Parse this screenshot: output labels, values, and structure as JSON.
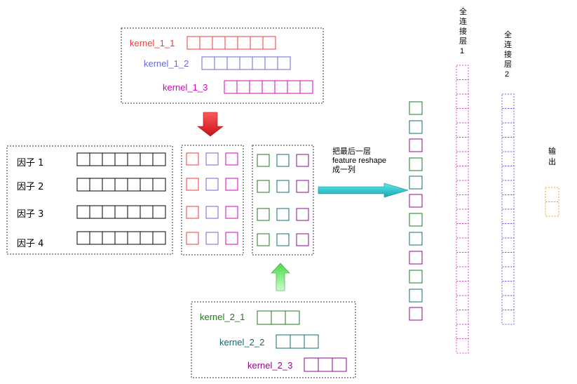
{
  "kernels_top": [
    {
      "label": "kernel_1_1",
      "cells": 7,
      "color": "#f23a3a"
    },
    {
      "label": "kernel_1_2",
      "cells": 7,
      "color": "#6a6ad8"
    },
    {
      "label": "kernel_1_3",
      "cells": 7,
      "color": "#d400c8"
    }
  ],
  "factors": [
    {
      "label": "因子 1",
      "cells": 7
    },
    {
      "label": "因子 2",
      "cells": 7
    },
    {
      "label": "因子 3",
      "cells": 7
    },
    {
      "label": "因子 4",
      "cells": 7
    }
  ],
  "kernels_bottom": [
    {
      "label": "kernel_2_1",
      "cells": 3,
      "color": "#1e7a1e"
    },
    {
      "label": "kernel_2_2",
      "cells": 3,
      "color": "#0f6e6e"
    },
    {
      "label": "kernel_2_3",
      "cells": 3,
      "color": "#8b0a8b"
    }
  ],
  "flatten_note": {
    "line1": "把最后一层",
    "line2": "feature reshape",
    "line3": "成一列"
  },
  "fc1": {
    "chars": [
      "全",
      "连",
      "接",
      "层",
      "1"
    ],
    "color": "#e040d0",
    "cells": 20
  },
  "fc2": {
    "chars": [
      "全",
      "连",
      "接",
      "层",
      "2"
    ],
    "color": "#6a6ad8",
    "cells": 16
  },
  "output": {
    "chars": [
      "输",
      "出"
    ],
    "color": "#f0a020",
    "cells": 2
  },
  "colors": {
    "red": "#f23a3a",
    "blue": "#6a6ad8",
    "magenta": "#d400c8",
    "green": "#1e7a1e",
    "teal": "#0f6e6e",
    "purple": "#8b0a8b",
    "arrow_red": "#e8202a",
    "arrow_green": "#7cf07c",
    "arrow_cyan": "#22c4c8"
  },
  "column_colors": [
    "#1e7a1e",
    "#0f6e6e",
    "#8b0a8b",
    "#1e7a1e",
    "#0f6e6e",
    "#8b0a8b",
    "#1e7a1e",
    "#0f6e6e",
    "#8b0a8b",
    "#1e7a1e",
    "#0f6e6e",
    "#8b0a8b"
  ]
}
